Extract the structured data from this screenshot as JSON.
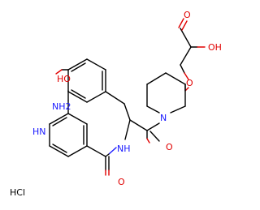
{
  "molecule": {
    "labels": {
      "oh_acid": "OH",
      "o_carbonyl_acid": "O",
      "o_ether": "O",
      "ho_phenol": "HO",
      "nh2": "NH2",
      "hn_imine": "HN",
      "n_piperidine": "N",
      "o_carbonyl_amide": "O",
      "nh_amide": "NH",
      "o_carbonyl_benzoyl": "O",
      "salt": "HCl"
    },
    "colors": {
      "carbon": "#000000",
      "oxygen": "#e00000",
      "nitrogen": "#1a1aff"
    }
  }
}
